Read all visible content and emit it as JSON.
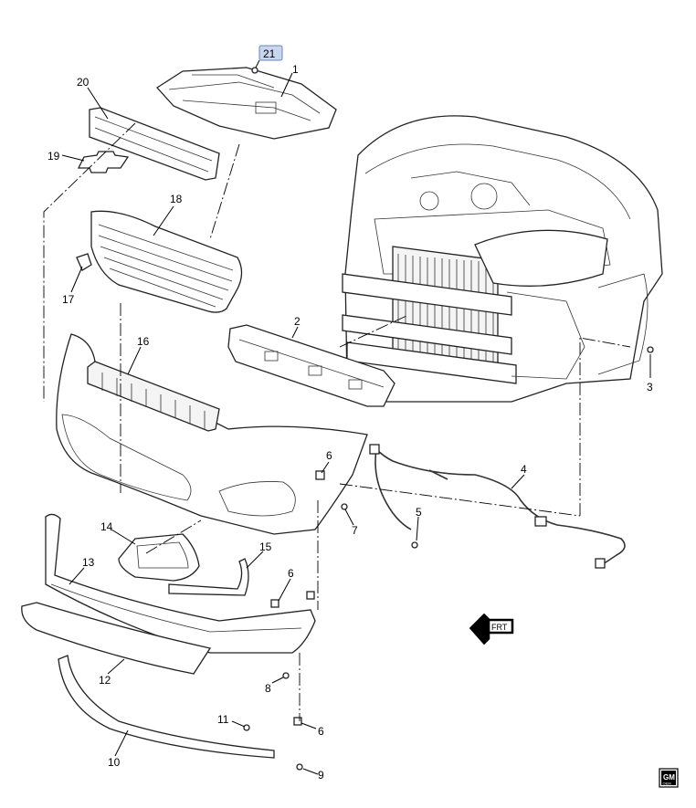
{
  "callouts": [
    "21",
    "1",
    "20",
    "19",
    "18",
    "17",
    "2",
    "16",
    "3",
    "6",
    "4",
    "7",
    "5",
    "14",
    "15",
    "13",
    "6",
    "12",
    "8",
    "11",
    "6",
    "10",
    "9"
  ],
  "highlighted_callout": "21",
  "direction_label": "FRT",
  "logo": {
    "line1": "GM",
    "line2": "OEM"
  },
  "colors": {
    "highlight_fill": "#c8d7ee",
    "highlight_stroke": "#6a86b8",
    "ink": "#222222"
  }
}
